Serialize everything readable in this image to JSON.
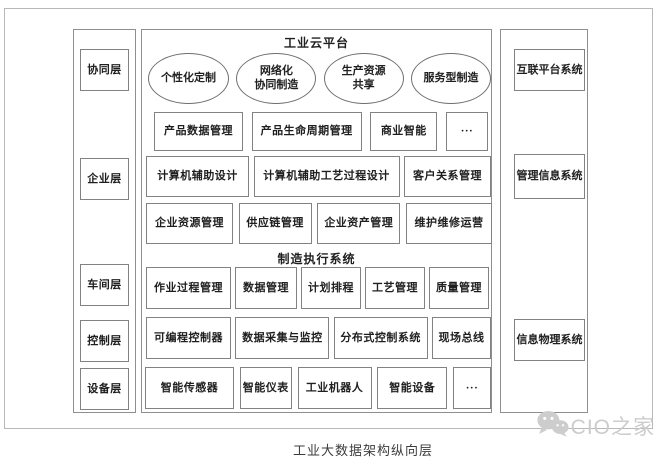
{
  "frame": {
    "caption": "工业大数据架构纵向层"
  },
  "watermark": {
    "icon": "wechat-icon",
    "text": "CIO之家",
    "color": "#cccccc"
  },
  "colors": {
    "box_border": "#828282",
    "panel_border": "#8f8f8f",
    "frame_border": "#b8b8b8",
    "text": "#1f1f1f"
  },
  "layers": {
    "items": [
      {
        "label": "协同层"
      },
      {
        "label": "企业层"
      },
      {
        "label": "车间层"
      },
      {
        "label": "控制层"
      },
      {
        "label": "设备层"
      }
    ]
  },
  "cloud": {
    "title": "工业云平台",
    "ellipses": [
      {
        "label": "个性化定制"
      },
      {
        "label": "网络化\n协同制造"
      },
      {
        "label": "生产资源\n共享"
      },
      {
        "label": "服务型制造"
      }
    ],
    "row_apps": [
      {
        "label": "产品数据管理"
      },
      {
        "label": "产品生命周期管理"
      },
      {
        "label": "商业智能"
      },
      {
        "label": "···"
      }
    ],
    "row_cax": [
      {
        "label": "计算机辅助设计"
      },
      {
        "label": "计算机辅助工艺过程设计"
      },
      {
        "label": "客户关系管理"
      }
    ],
    "row_erp": [
      {
        "label": "企业资源管理"
      },
      {
        "label": "供应链管理"
      },
      {
        "label": "企业资产管理"
      },
      {
        "label": "维护维修运营"
      }
    ]
  },
  "mes": {
    "title": "制造执行系统",
    "row_mes": [
      {
        "label": "作业过程管理"
      },
      {
        "label": "数据管理"
      },
      {
        "label": "计划排程"
      },
      {
        "label": "工艺管理"
      },
      {
        "label": "质量管理"
      }
    ],
    "row_control": [
      {
        "label": "可编程控制器"
      },
      {
        "label": "数据采集与监控"
      },
      {
        "label": "分布式控制系统"
      },
      {
        "label": "现场总线"
      }
    ],
    "row_devices": [
      {
        "label": "智能传感器"
      },
      {
        "label": "智能仪表"
      },
      {
        "label": "工业机器人"
      },
      {
        "label": "智能设备"
      },
      {
        "label": "···"
      }
    ]
  },
  "systems": {
    "items": [
      {
        "label": "互联平台系统"
      },
      {
        "label": "管理信息系统"
      },
      {
        "label": "信息物理系统"
      }
    ]
  }
}
